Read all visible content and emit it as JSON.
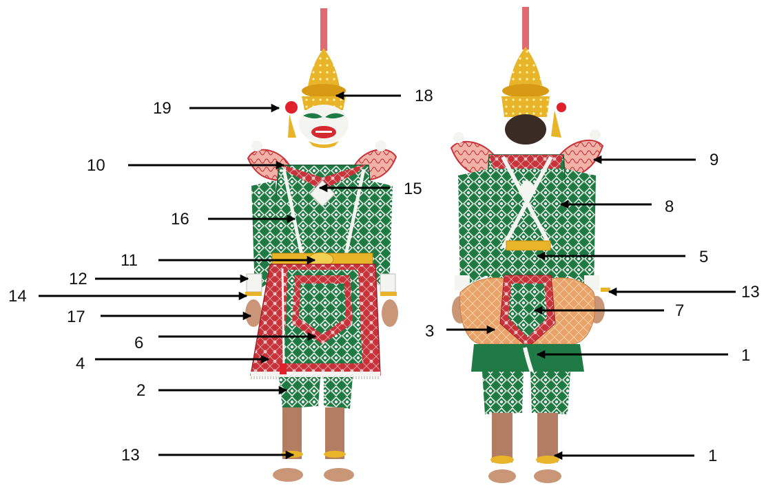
{
  "colors": {
    "gold": "#e8b52a",
    "gold_dark": "#c98a10",
    "green": "#1f7a45",
    "green_dark": "#0f5530",
    "red": "#c8323a",
    "pink": "#f0a0a0",
    "white_trim": "#f4f4f0",
    "orange_cloth": "#e9a36a",
    "skin": "#c99678",
    "arrow": "#000000"
  },
  "front_labels": {
    "l19": "19",
    "l18": "18",
    "l10": "10",
    "l15": "15",
    "l16": "16",
    "l11": "11",
    "l12": "12",
    "l14": "14",
    "l17": "17",
    "l6": "6",
    "l4": "4",
    "l2": "2",
    "l13": "13"
  },
  "back_labels": {
    "l9": "9",
    "l8": "8",
    "l5": "5",
    "l13": "13",
    "l7": "7",
    "l3": "3",
    "l1a": "1",
    "l1b": "1"
  }
}
